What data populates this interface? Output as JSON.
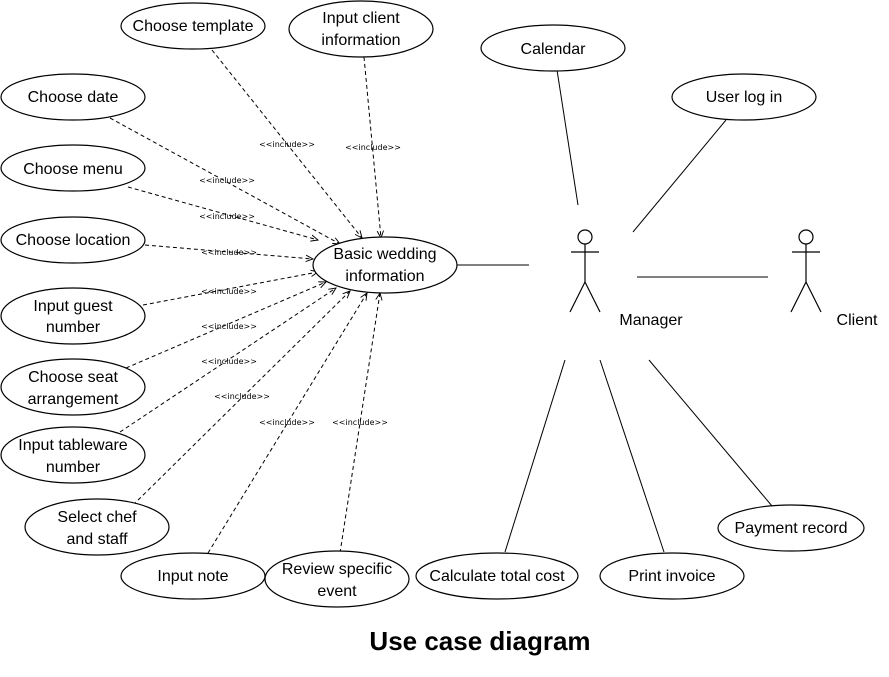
{
  "title": "Use case diagram",
  "central": {
    "lines": [
      "Basic wedding",
      "information"
    ]
  },
  "include_label": "<<include>>",
  "use_cases": {
    "choose_template": [
      "Choose template"
    ],
    "input_client_info": [
      "Input client",
      "information"
    ],
    "choose_date": [
      "Choose date"
    ],
    "choose_menu": [
      "Choose menu"
    ],
    "choose_location": [
      "Choose location"
    ],
    "input_guest_number": [
      "Input guest",
      "number"
    ],
    "choose_seat_arrangement": [
      "Choose seat",
      "arrangement"
    ],
    "input_tableware_number": [
      "Input tableware",
      "number"
    ],
    "select_chef_staff": [
      "Select chef",
      "and staff"
    ],
    "input_note": [
      "Input note"
    ],
    "review_specific_event": [
      "Review specific",
      "event"
    ],
    "calendar": [
      "Calendar"
    ],
    "user_log_in": [
      "User log in"
    ],
    "calculate_total_cost": [
      "Calculate total cost"
    ],
    "print_invoice": [
      "Print invoice"
    ],
    "payment_record": [
      "Payment record"
    ]
  },
  "actors": {
    "manager": "Manager",
    "client": "Client"
  }
}
